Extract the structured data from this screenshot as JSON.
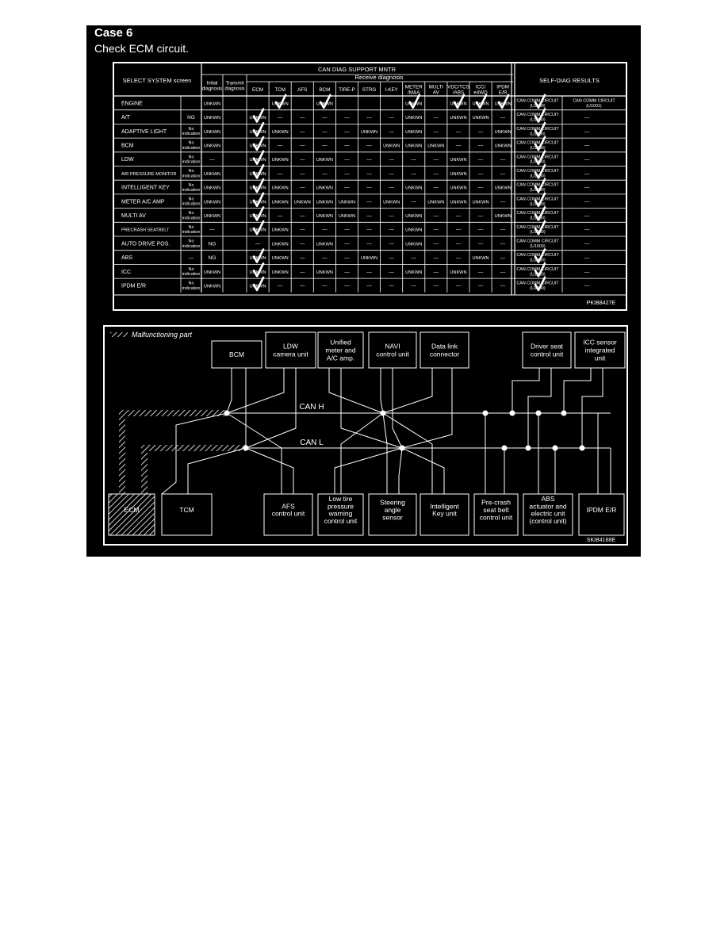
{
  "page": {
    "case_title": "Case 6",
    "case_subtitle": "Check ECM circuit."
  },
  "table": {
    "header_group": "CAN DIAG SUPPORT MNTR",
    "receive_group": "Receive diagnosis",
    "select_header": "SELECT SYSTEM screen",
    "col_initial": [
      "Initial",
      "diagnosis"
    ],
    "col_transmit": [
      "Transmit",
      "diagnosis"
    ],
    "receive_cols": [
      [
        "ECM"
      ],
      [
        "TCM"
      ],
      [
        "AFS"
      ],
      [
        "BCM"
      ],
      [
        "TIRE-P"
      ],
      [
        "STRG"
      ],
      [
        "I-KEY"
      ],
      [
        "METER",
        "/M&A"
      ],
      [
        "MULTI",
        "AV"
      ],
      [
        "VDC/TCS",
        "/ABS"
      ],
      [
        "ICC/",
        "e4WD"
      ],
      [
        "IPDM",
        "E/R"
      ]
    ],
    "self_diag_header": "SELF-DIAG RESULTS",
    "code": "PKIB8427E",
    "rows": [
      {
        "name": "ENGINE",
        "small": false,
        "init": "",
        "trans": "UNKWN",
        "rx": [
          "",
          "UNKWN",
          "",
          "UNKWN",
          "",
          "",
          "",
          "UNKWN",
          "",
          "UNKWN",
          "UNKWN",
          "UNKWN"
        ],
        "checks": [
          1,
          3,
          7,
          9,
          10,
          11
        ],
        "sd1": [
          "CAN COMM CIRCUIT",
          "(U1000)"
        ],
        "sd1check": true,
        "sd2": [
          "CAN COMM CIRCUIT",
          "(U1001)"
        ]
      },
      {
        "name": "A/T",
        "small": false,
        "init": "NG",
        "trans": "UNKWN",
        "rx": [
          "UNKWN",
          "—",
          "—",
          "—",
          "—",
          "—",
          "—",
          "UNKWN",
          "—",
          "UNKWN",
          "UNKWN",
          "—"
        ],
        "checks": [
          0
        ],
        "sd1": [
          "CAN COMM CIRCUIT",
          "(U1000)"
        ],
        "sd1check": true,
        "sd2": [
          "—"
        ]
      },
      {
        "name": "ADAPTIVE LIGHT",
        "small": false,
        "init": "No indication",
        "trans": "UNKWN",
        "rx": [
          "UNKWN",
          "UNKWN",
          "—",
          "—",
          "—",
          "UNKWN",
          "—",
          "UNKWN",
          "—",
          "—",
          "—",
          "UNKWN"
        ],
        "checks": [
          0
        ],
        "sd1": [
          "CAN COMM CIRCUIT",
          "(U1000)"
        ],
        "sd1check": true,
        "sd2": [
          "—"
        ]
      },
      {
        "name": "BCM",
        "small": false,
        "init": "No indication",
        "trans": "UNKWN",
        "rx": [
          "UNKWN",
          "—",
          "—",
          "—",
          "—",
          "—",
          "UNKWN",
          "UNKWN",
          "UNKWN",
          "—",
          "—",
          "UNKWN"
        ],
        "checks": [
          0
        ],
        "sd1": [
          "CAN COMM CIRCUIT",
          "(U1000)"
        ],
        "sd1check": true,
        "sd2": [
          "—"
        ]
      },
      {
        "name": "LDW",
        "small": false,
        "init": "No indication",
        "trans": "—",
        "rx": [
          "UNKWN",
          "UNKWN",
          "—",
          "UNKWN",
          "—",
          "—",
          "—",
          "—",
          "—",
          "UNKWN",
          "—",
          "—"
        ],
        "checks": [
          0
        ],
        "sd1": [
          "CAN COMM CIRCUIT",
          "(U1000)"
        ],
        "sd1check": true,
        "sd2": [
          "—"
        ]
      },
      {
        "name": "AIR PRESSURE MONITOR",
        "small": true,
        "init": "No indication",
        "trans": "UNKWN",
        "rx": [
          "UNKWN",
          "—",
          "—",
          "—",
          "—",
          "—",
          "—",
          "—",
          "—",
          "UNKWN",
          "—",
          "—"
        ],
        "checks": [
          0
        ],
        "sd1": [
          "CAN COMM CIRCUIT",
          "(U1000)"
        ],
        "sd1check": true,
        "sd2": [
          "—"
        ]
      },
      {
        "name": "INTELLIGENT KEY",
        "small": false,
        "init": "No indication",
        "trans": "UNKWN",
        "rx": [
          "UNKWN",
          "UNKWN",
          "—",
          "UNKWN",
          "—",
          "—",
          "—",
          "UNKWN",
          "—",
          "UNKWN",
          "—",
          "UNKWN"
        ],
        "checks": [
          0
        ],
        "sd1": [
          "CAN COMM CIRCUIT",
          "(U1000)"
        ],
        "sd1check": true,
        "sd2": [
          "—"
        ]
      },
      {
        "name": "METER A/C AMP",
        "small": false,
        "init": "No indication",
        "trans": "UNKWN",
        "rx": [
          "UNKWN",
          "UNKWN",
          "UNKWN",
          "UNKWN",
          "UNKWN",
          "—",
          "UNKWN",
          "—",
          "UNKWN",
          "UNKWN",
          "UNKWN",
          "—"
        ],
        "checks": [
          0
        ],
        "sd1": [
          "CAN COMM CIRCUIT",
          "(U1000)"
        ],
        "sd1check": true,
        "sd2": [
          "—"
        ]
      },
      {
        "name": "MULTI AV",
        "small": false,
        "init": "No indication",
        "trans": "UNKWN",
        "rx": [
          "UNKWN",
          "—",
          "—",
          "UNKWN",
          "UNKWN",
          "—",
          "—",
          "UNKWN",
          "—",
          "—",
          "—",
          "UNKWN"
        ],
        "checks": [
          0
        ],
        "sd1": [
          "CAN COMM CIRCUIT",
          "(U1000)"
        ],
        "sd1check": true,
        "sd2": [
          "—"
        ]
      },
      {
        "name": "PRECRASH SEATBELT",
        "small": true,
        "init": "No indication",
        "trans": "—",
        "rx": [
          "UNKWN",
          "UNKWN",
          "—",
          "—",
          "—",
          "—",
          "—",
          "UNKWN",
          "—",
          "—",
          "—",
          "—"
        ],
        "checks": [
          0
        ],
        "sd1": [
          "CAN COMM CIRCUIT",
          "(U1000)"
        ],
        "sd1check": true,
        "sd2": [
          "—"
        ]
      },
      {
        "name": "AUTO DRIVE POS.",
        "small": false,
        "init": "No indication",
        "trans": "NG",
        "rx": [
          "—",
          "UNKWN",
          "—",
          "UNKWN",
          "—",
          "—",
          "—",
          "UNKWN",
          "—",
          "—",
          "—",
          "—"
        ],
        "checks": [],
        "sd1": [
          "CAN COMM CIRCUIT",
          "(U1000)"
        ],
        "sd1check": false,
        "sd2": [
          "—"
        ]
      },
      {
        "name": "ABS",
        "small": false,
        "init": "—",
        "trans": "NG",
        "rx": [
          "UNKWN",
          "UNKWN",
          "—",
          "—",
          "—",
          "UNKWN",
          "—",
          "—",
          "—",
          "—",
          "UNKWN",
          "—"
        ],
        "checks": [
          0
        ],
        "sd1": [
          "CAN COMM CIRCUIT",
          "(U1000)"
        ],
        "sd1check": true,
        "sd2": [
          "—"
        ]
      },
      {
        "name": "ICC",
        "small": false,
        "init": "No indication",
        "trans": "UNKWN",
        "rx": [
          "UNKWN",
          "UNKWN",
          "—",
          "UNKWN",
          "—",
          "—",
          "—",
          "UNKWN",
          "—",
          "UNKWN",
          "—",
          "—"
        ],
        "checks": [
          0
        ],
        "sd1": [
          "CAN COMM CIRCUIT",
          "(U1000)"
        ],
        "sd1check": true,
        "sd2": [
          "—"
        ]
      },
      {
        "name": "IPDM E/R",
        "small": false,
        "init": "No indication",
        "trans": "UNKWN",
        "rx": [
          "UNKWN",
          "—",
          "—",
          "—",
          "—",
          "—",
          "—",
          "—",
          "—",
          "—",
          "—",
          "—"
        ],
        "checks": [
          0
        ],
        "sd1": [
          "CAN COMM CIRCUIT",
          "(U1000)"
        ],
        "sd1check": true,
        "sd2": [
          "—"
        ]
      }
    ]
  },
  "diagram": {
    "legend": "Malfunctioning part",
    "can_h": "CAN H",
    "can_l": "CAN L",
    "code": "SKIB4168E",
    "top_units": [
      [
        "BCM"
      ],
      [
        "LDW",
        "camera unit"
      ],
      [
        "Unified",
        "meter and",
        "A/C amp."
      ],
      [
        "NAVI",
        "control unit"
      ],
      [
        "Data link",
        "connector"
      ],
      [
        "Driver seat",
        "control unit"
      ],
      [
        "ICC sensor",
        "integrated",
        "unit"
      ]
    ],
    "bottom_units": [
      [
        "ECM"
      ],
      [
        "TCM"
      ],
      [
        "AFS",
        "control unit"
      ],
      [
        "Low tire",
        "pressure",
        "warning",
        "control unit"
      ],
      [
        "Steering",
        "angle",
        "sensor"
      ],
      [
        "Intelligent",
        "Key unit"
      ],
      [
        "Pre-crash",
        "seat belt",
        "control unit"
      ],
      [
        "ABS",
        "actuator and",
        "electric unit",
        "(control unit)"
      ],
      [
        "IPDM E/R"
      ]
    ]
  }
}
